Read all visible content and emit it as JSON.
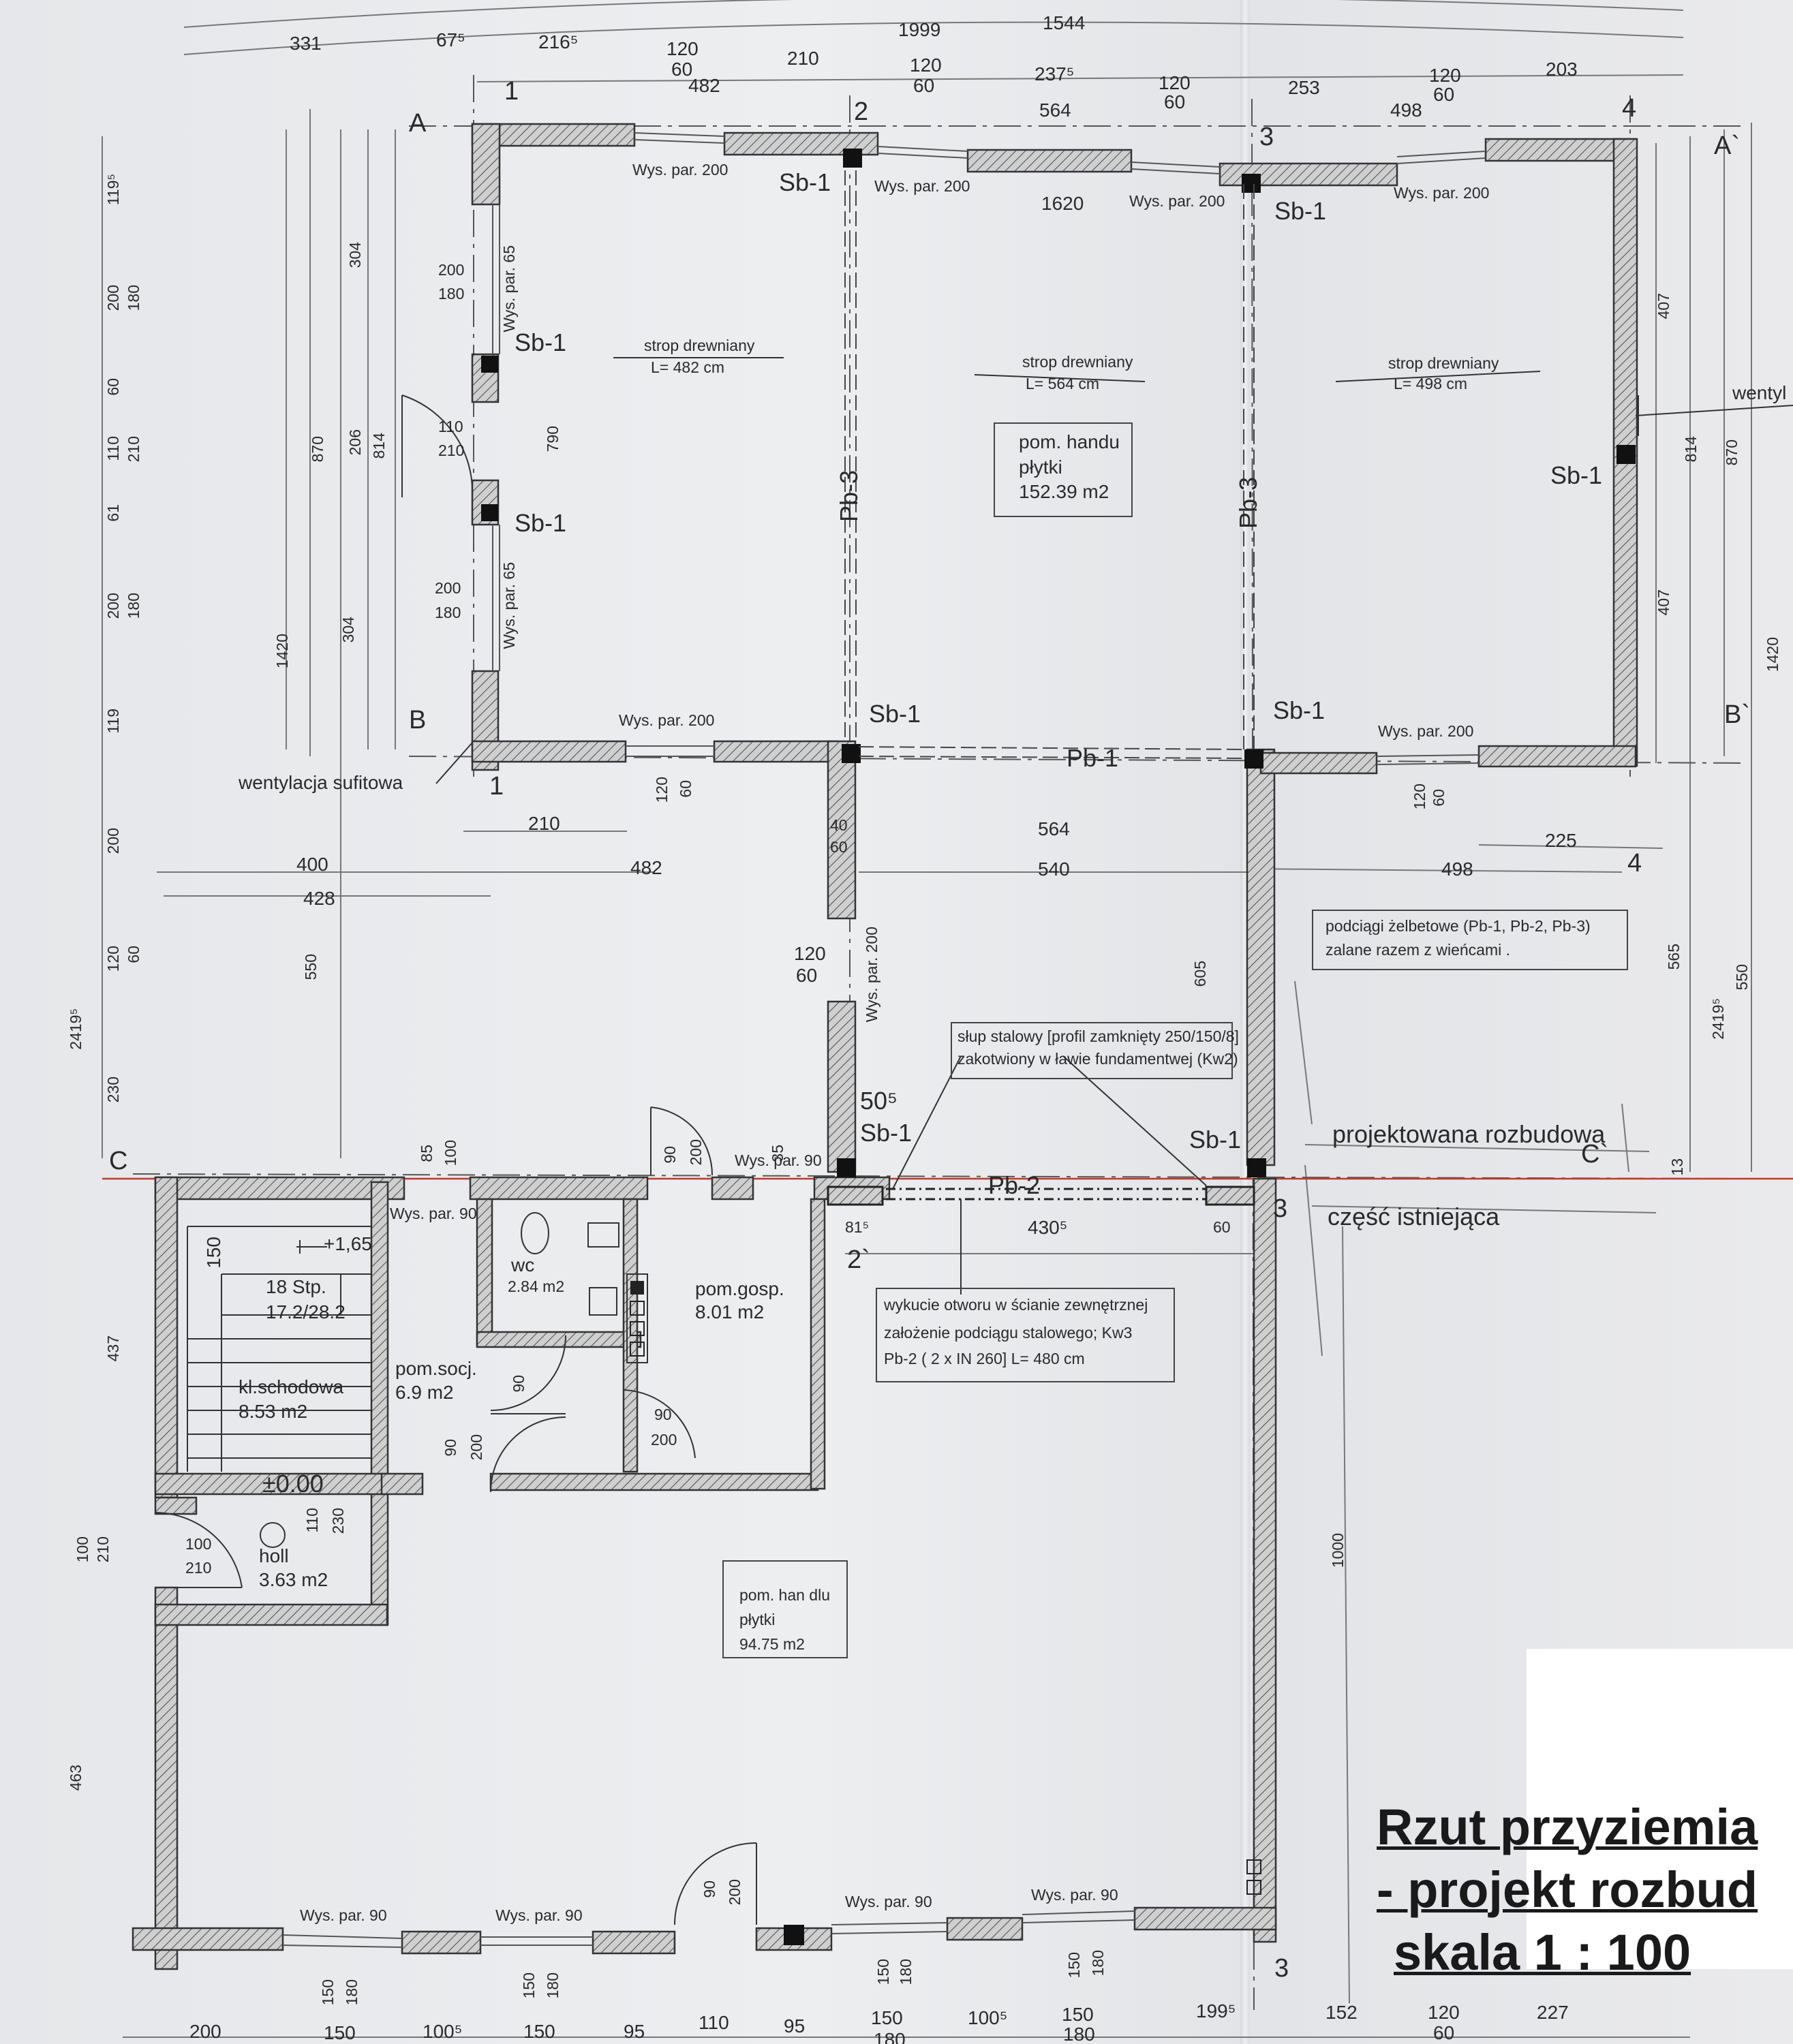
{
  "title": {
    "line1": "Rzut przyziemia",
    "line2": "- projekt rozbud",
    "line3": "skala 1 : 100"
  },
  "axes": {
    "a_left": "A",
    "a_right": "A`",
    "b_left": "B",
    "b_right": "B`",
    "c_left": "C",
    "c_right": "C`",
    "n1_top": "1",
    "n1_mid": "1",
    "n2_top": "2",
    "n2_bottom": "2`",
    "n3_top": "3",
    "n3_mid": "3",
    "n3_bottom": "3",
    "n4_top": "4",
    "n4_mid": "4"
  },
  "rooms": {
    "left_slab": [
      "strop drewniany",
      "L= 482 cm"
    ],
    "mid_slab": [
      "strop drewniany",
      "L= 564 cm"
    ],
    "right_slab": [
      "strop drewniany",
      "L= 498 cm"
    ],
    "upper_shop": [
      "pom. handu",
      "płytki",
      "152.39 m2"
    ],
    "lower_shop": [
      "pom. han dlu",
      "płytki",
      "94.75 m2"
    ],
    "stairs": [
      "kl.schodowa",
      "8.53 m2"
    ],
    "stairs_steps": [
      "18 Stp.",
      "17.2/28.2"
    ],
    "hall": [
      "holl",
      "3.63 m2"
    ],
    "social": [
      "pom.socj.",
      "6.9 m2"
    ],
    "wc": [
      "wc",
      "2.84 m2"
    ],
    "utility": [
      "pom.gosp.",
      "8.01 m2"
    ],
    "level_top": "+1,65",
    "level_zero": "±0.00"
  },
  "beams": {
    "sb1": "Sb-1",
    "pb1": "Pb-1",
    "pb2": "Pb-2",
    "pb3": "Pb-3"
  },
  "openings": {
    "wys200": "Wys. par. 200",
    "wys90": "Wys. par. 90",
    "wys65": "Wys. par. 65"
  },
  "notes": {
    "ventilation_ceiling": "wentylacja sufitowa",
    "ventilation_right": "wentyl",
    "rc_beams": [
      "podciągi żelbetowe (Pb-1, Pb-2, Pb-3)",
      "zalane razem z wieńcami ."
    ],
    "steel_column": [
      "słup stalowy [profil zamknięty 250/150/8]",
      "zakotwiony w ławie fundamentwej (Kw2)"
    ],
    "opening_note": [
      "wykucie otworu w ścianie zewnętrznej",
      "założenie podciągu stalowego; Kw3",
      "Pb-2 ( 2 x IN 260] L= 480 cm"
    ],
    "designed_extension": "projektowana rozbudowa",
    "existing_part": "część istniejąca"
  },
  "dims": {
    "top_row1": [
      "331",
      "67⁵",
      "216⁵",
      "1999",
      "1544",
      "210"
    ],
    "top_row2": [
      "120",
      "60",
      "482",
      "564",
      "237⁵",
      "253",
      "498",
      "203"
    ],
    "top_misc": [
      "120",
      "60",
      "120",
      "60",
      "120",
      "60",
      "1620"
    ],
    "left_col": [
      "119⁵",
      "200",
      "180",
      "60",
      "110",
      "210",
      "61",
      "200",
      "180",
      "119",
      "200",
      "120",
      "60",
      "230",
      "2419⁵",
      "437",
      "100",
      "210",
      "463"
    ],
    "left_inner": [
      "304",
      "206",
      "814",
      "870",
      "1420",
      "304",
      "550",
      "200",
      "180",
      "110",
      "210",
      "790",
      "200",
      "180"
    ],
    "right_col": [
      "407",
      "814",
      "870",
      "407",
      "1420",
      "565",
      "2419⁵",
      "550",
      "13",
      "1000"
    ],
    "mid_row": [
      "210",
      "400",
      "482",
      "428",
      "120",
      "60",
      "564",
      "540",
      "40",
      "60",
      "498",
      "225",
      "120",
      "60"
    ],
    "mid_misc": [
      "120",
      "60",
      "605",
      "50⁵",
      "85",
      "100",
      "90",
      "200",
      "35",
      "81⁵",
      "430⁵",
      "60",
      "150"
    ],
    "lower_misc": [
      "90",
      "90",
      "200",
      "90",
      "200",
      "90",
      "200",
      "110",
      "230",
      "100",
      "210",
      "110",
      "210"
    ],
    "bottom_row1": [
      "150",
      "180",
      "150",
      "180",
      "150",
      "180",
      "150",
      "180"
    ],
    "bottom_row2": [
      "200",
      "150",
      "100⁵",
      "150",
      "95",
      "110",
      "95",
      "150",
      "100⁵",
      "150",
      "199⁵",
      "152",
      "120",
      "227",
      "180",
      "180",
      "60"
    ]
  }
}
